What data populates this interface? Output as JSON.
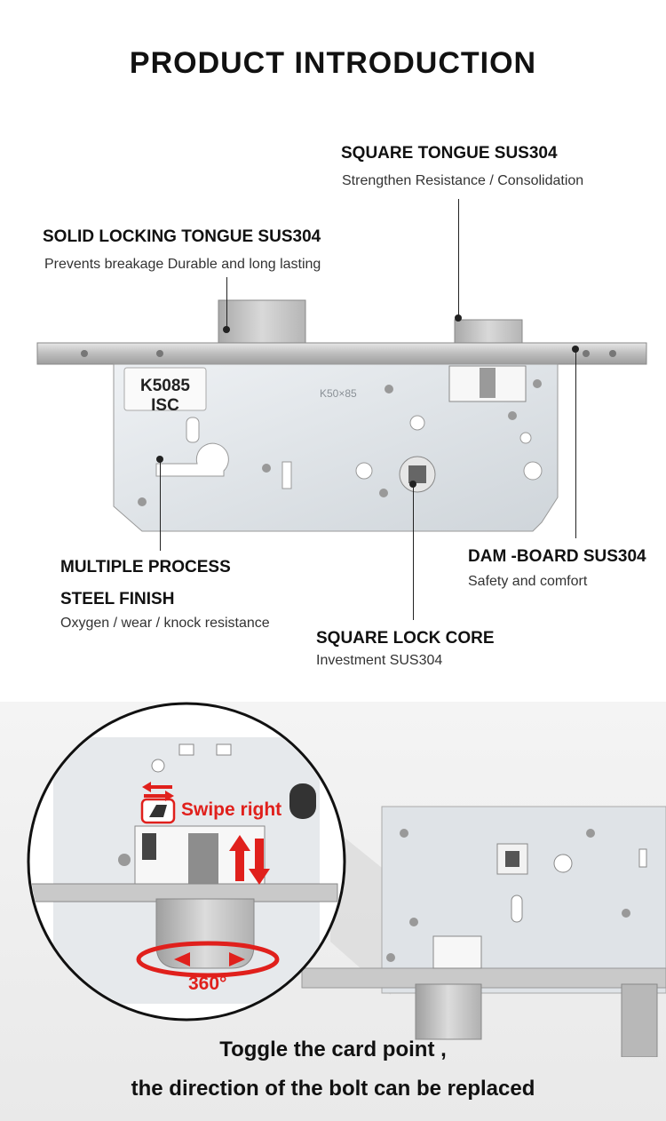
{
  "page": {
    "title": "PRODUCT INTRODUCTION"
  },
  "colors": {
    "accent_red": "#e0201c",
    "steel": "#c8c8c8",
    "plate": "#dfe3e7"
  },
  "product": {
    "sticker_label": "K5085 ISC",
    "stamp": "K50×85"
  },
  "callouts": {
    "square_tongue": {
      "heading": "SQUARE TONGUE SUS304",
      "sub": "Strengthen Resistance / Consolidation"
    },
    "solid_tongue": {
      "heading": "SOLID LOCKING TONGUE SUS304",
      "sub": "Prevents breakage Durable and long lasting"
    },
    "process": {
      "heading_line1": "MULTIPLE PROCESS",
      "heading_line2": "STEEL FINISH",
      "sub": "Oxygen / wear / knock resistance"
    },
    "dam_board": {
      "heading": "DAM -BOARD SUS304",
      "sub": "Safety and comfort"
    },
    "lock_core": {
      "heading": "SQUARE LOCK CORE",
      "sub": "Investment SUS304"
    }
  },
  "detail": {
    "swipe_label": "Swipe right",
    "rotation_label": "360°",
    "caption_line1": "Toggle the card point ,",
    "caption_line2": "the direction of the bolt can be replaced"
  }
}
